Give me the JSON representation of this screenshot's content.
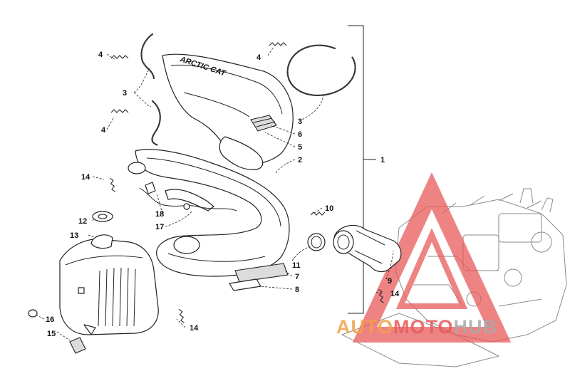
{
  "diagram": {
    "callouts": [
      "1",
      "2",
      "3",
      "3",
      "4",
      "4",
      "4",
      "5",
      "6",
      "7",
      "8",
      "9",
      "10",
      "11",
      "12",
      "13",
      "14",
      "14",
      "14",
      "15",
      "16",
      "17",
      "18"
    ],
    "pipe_lettering": "ARCTIC CAT"
  },
  "watermark": {
    "part1": "AUTO",
    "part2": "MOTO",
    "part3": "HUB",
    "colors": {
      "red": "#e85a5a",
      "orange": "#f2a24a",
      "grey": "#a9a9a9"
    }
  }
}
